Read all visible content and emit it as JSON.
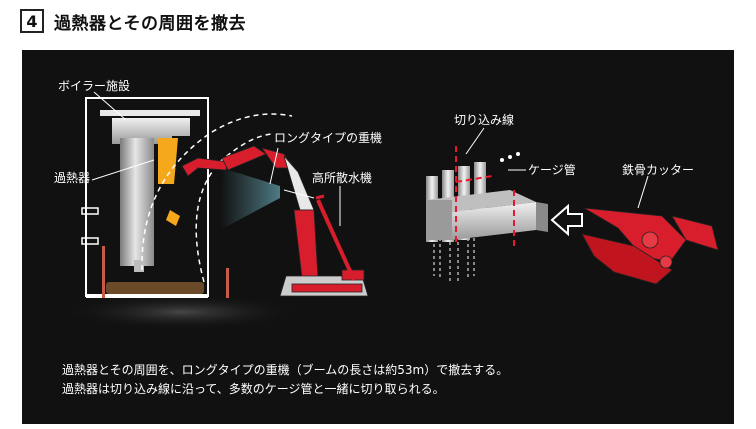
{
  "header": {
    "step_number": "4",
    "title": "過熱器とその周囲を撤去"
  },
  "labels": {
    "boiler_facility": "ボイラー施設",
    "superheater": "過熱器",
    "long_crane": "ロングタイプの重機",
    "water_sprayer": "高所散水機",
    "cut_line": "切り込み線",
    "cage_tube": "ケージ管",
    "steel_cutter": "鉄骨カッター"
  },
  "caption": {
    "line1": "過熱器とその周囲を、ロングタイプの重機（ブームの長さは約53m）で撤去する。",
    "line2": "過熱器は切り込み線に沿って、多数のケージ管と一緒に切り取られる。"
  },
  "colors": {
    "crane_red": "#d81e2c",
    "superheater_yellow": "#f5a81c",
    "cut_line_red": "#e8192c",
    "panel_bg": "#111111"
  }
}
